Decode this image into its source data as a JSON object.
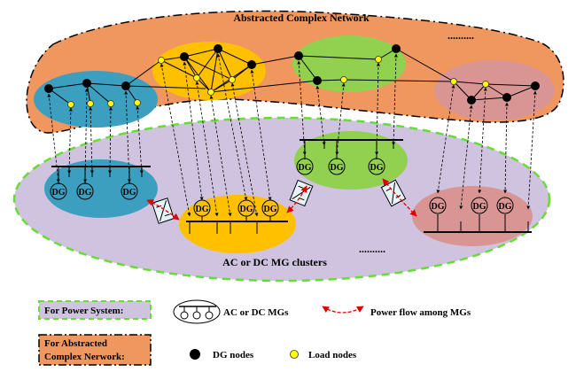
{
  "title": "Abstracted Complex Network",
  "cluster_label": "AC or DC MG clusters",
  "top_ellipsis": "..........",
  "bottom_ellipsis": "..........",
  "dg_label": "DG",
  "legend": {
    "power_system": "For Power System:",
    "abstracted_line1": "For Abstracted",
    "abstracted_line2": "Complex Nerwork:",
    "mgs": "AC or DC MGs",
    "power_flow": "Power flow among MGs",
    "dg_nodes": "DG nodes",
    "load_nodes": "Load nodes"
  },
  "colors": {
    "network_bg": "#f0975f",
    "cluster_bg": "#cfc3df",
    "blue": "#3d9fbf",
    "yellow": "#ffc000",
    "green": "#92d050",
    "pink": "#d99594",
    "dg_node": "#000000",
    "load_node": "#ffff00",
    "flow_arrow": "#e00000",
    "green_border": "#66dd33"
  }
}
